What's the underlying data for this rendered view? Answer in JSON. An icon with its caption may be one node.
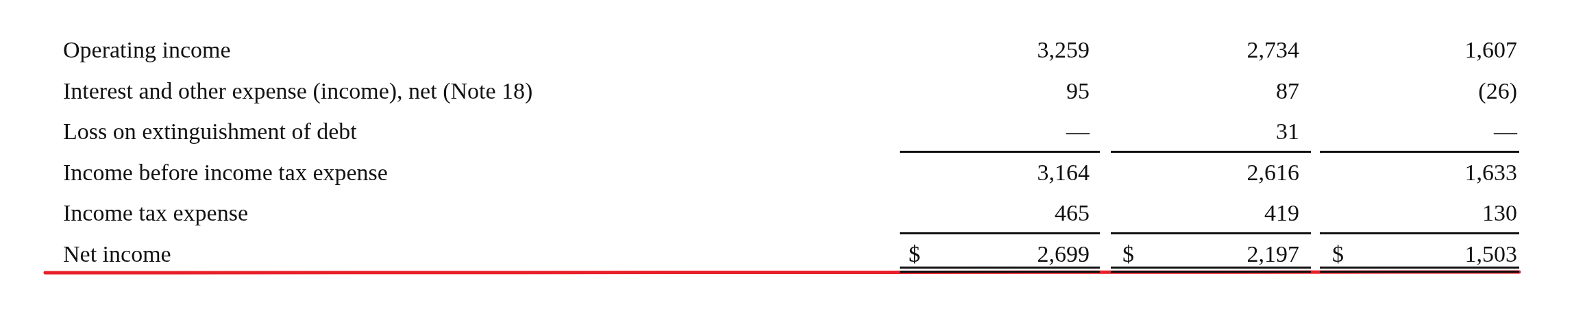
{
  "diagram": {
    "labels": [
      "Operating income",
      "3,259",
      "2,734",
      "1,607",
      "Interest and other expense (income), net (Note 18)",
      "95",
      "87",
      "(26)",
      "Loss on extinguishment of debt",
      "—",
      "31",
      "—",
      "Income before income tax expense",
      "3,164",
      "2,616",
      "1,633",
      "Income tax expense",
      "465",
      "419",
      "130",
      "Net income",
      "$",
      "2,699",
      "$",
      "2,197",
      "$",
      "1,503"
    ]
  }
}
